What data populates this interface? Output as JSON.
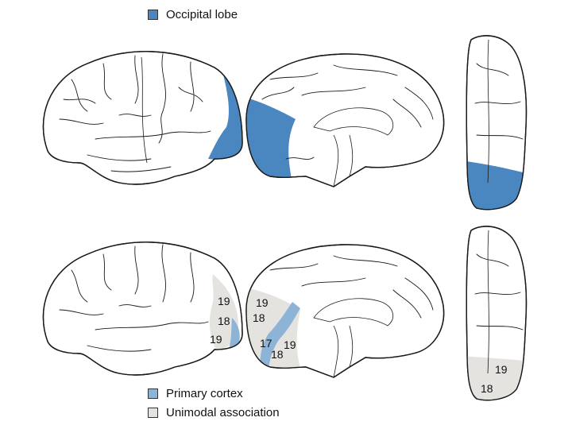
{
  "legend_top": {
    "label": "Occipital lobe"
  },
  "legend_bottom": {
    "primary": {
      "label": "Primary cortex"
    },
    "unimodal": {
      "label": "Unimodal association"
    }
  },
  "colors": {
    "occipital": "#4a86bf",
    "primary": "#8db4d6",
    "unimodal": "#e4e3df",
    "outline": "#1a1a1a"
  },
  "areas": {
    "lateral_19a": "19",
    "lateral_18": "18",
    "lateral_19b": "19",
    "medial_19a": "19",
    "medial_18a": "18",
    "medial_17": "17",
    "medial_18b": "18",
    "medial_19b": "19",
    "ventral_19": "19",
    "ventral_18": "18"
  }
}
